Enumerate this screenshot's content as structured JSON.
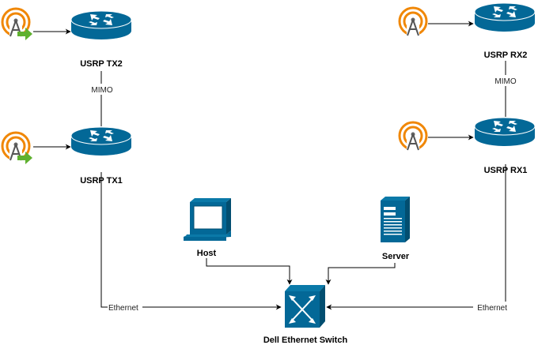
{
  "nodes": {
    "usrp_tx2": {
      "label": "USRP TX2"
    },
    "usrp_tx1": {
      "label": "USRP TX1"
    },
    "usrp_rx2": {
      "label": "USRP RX2"
    },
    "usrp_rx1": {
      "label": "USRP RX1"
    },
    "host": {
      "label": "Host"
    },
    "server": {
      "label": "Server"
    },
    "switch": {
      "label": "Dell Ethernet Switch"
    }
  },
  "edges": {
    "tx_mimo": {
      "label": "MIMO"
    },
    "rx_mimo": {
      "label": "MIMO"
    },
    "tx_ethernet": {
      "label": "Ethernet"
    },
    "rx_ethernet": {
      "label": "Ethernet"
    }
  },
  "colors": {
    "device_blue": "#036897",
    "antenna_ring": "#F08705",
    "antenna_arrow": "#5FB12F"
  },
  "icons": {
    "tx_antenna": "antenna-transmit-icon",
    "rx_antenna": "antenna-receive-icon",
    "router": "router-icon",
    "workstation": "workstation-icon",
    "server": "server-icon",
    "switch": "ethernet-switch-icon"
  }
}
